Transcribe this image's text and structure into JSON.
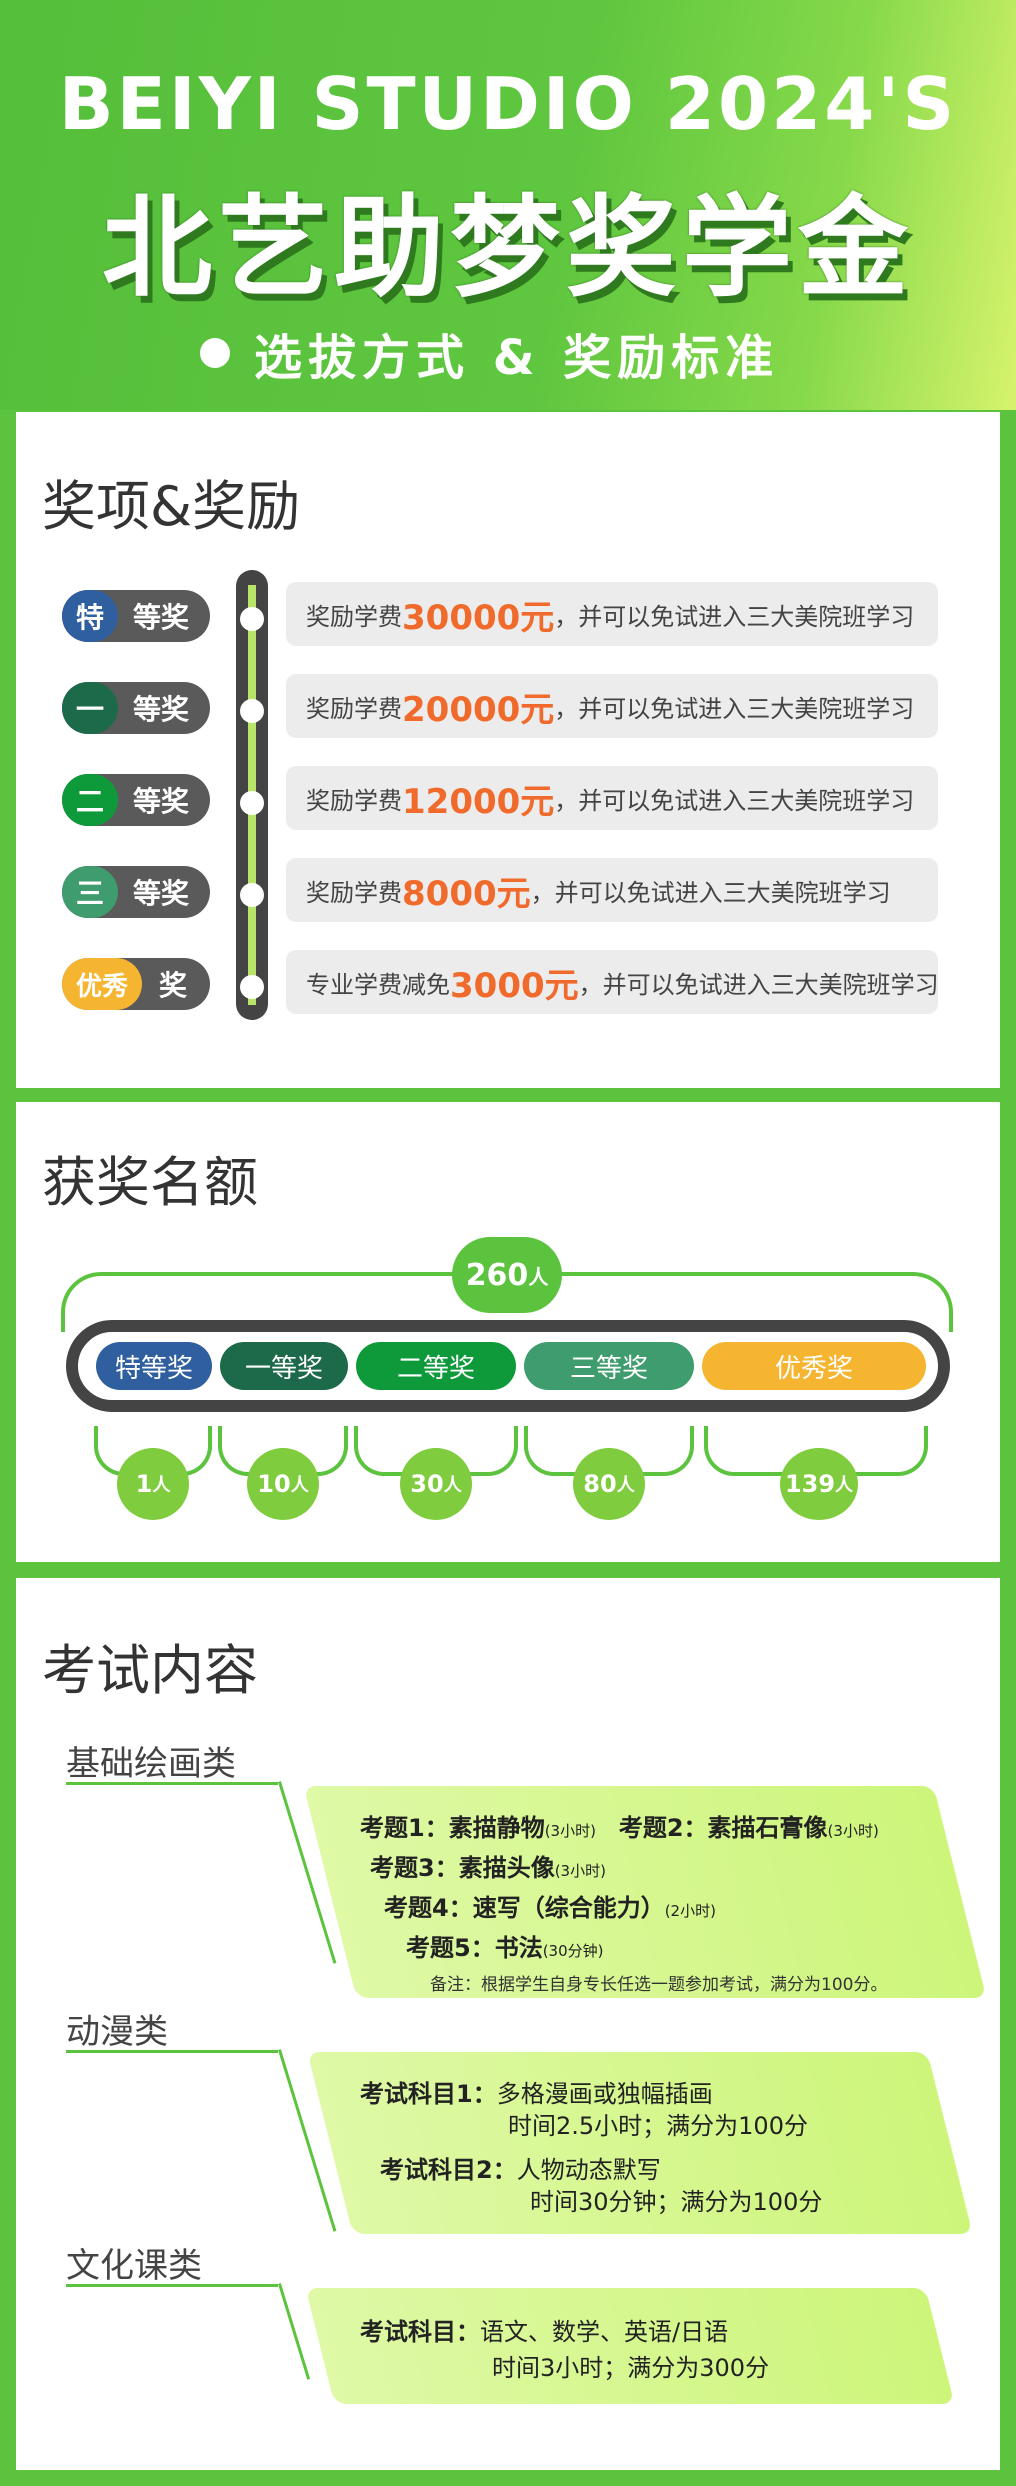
{
  "header": {
    "title_en": "BEIYI STUDIO 2024'S",
    "title_cn": "北艺助梦奖学金",
    "subtitle": "选拔方式 & 奖励标准"
  },
  "colors": {
    "green": "#5cc33e",
    "orange": "#f06a2c",
    "dark": "#444444"
  },
  "awards": {
    "title": "奖项&奖励",
    "items": [
      {
        "badge": "特",
        "label": "等奖",
        "color": "#2f5f9e",
        "pre": "奖励学费",
        "amount": "30000元",
        "post": "，并可以免试进入三大美院班学习"
      },
      {
        "badge": "一",
        "label": "等奖",
        "color": "#1d6a4a",
        "pre": "奖励学费",
        "amount": "20000元",
        "post": "，并可以免试进入三大美院班学习"
      },
      {
        "badge": "二",
        "label": "等奖",
        "color": "#0e9a3a",
        "pre": "奖励学费",
        "amount": "12000元",
        "post": "，并可以免试进入三大美院班学习"
      },
      {
        "badge": "三",
        "label": "等奖",
        "color": "#3f9c6e",
        "pre": "奖励学费",
        "amount": "8000元",
        "post": "，并可以免试进入三大美院班学习"
      },
      {
        "badge": "优秀",
        "label": "奖",
        "color": "#f5b531",
        "pre": "专业学费减免",
        "amount": "3000元",
        "post": "，并可以免试进入三大美院班学习"
      }
    ]
  },
  "quota": {
    "title": "获奖名额",
    "total": "260",
    "unit": "人",
    "segments": [
      {
        "label": "特等奖",
        "count": "1",
        "color": "#2f5f9e"
      },
      {
        "label": "一等奖",
        "count": "10",
        "color": "#1d6a4a"
      },
      {
        "label": "二等奖",
        "count": "30",
        "color": "#0e9a3a"
      },
      {
        "label": "三等奖",
        "count": "80",
        "color": "#3f9c6e"
      },
      {
        "label": "优秀奖",
        "count": "139",
        "color": "#f5b531"
      }
    ]
  },
  "exam": {
    "title": "考试内容",
    "basic": {
      "name": "基础绘画类",
      "q1_label": "考题1：",
      "q1_name": "素描静物",
      "q1_time": "(3小时)",
      "q2_label": "考题2：",
      "q2_name": "素描石膏像",
      "q2_time": "(3小时)",
      "q3_label": "考题3：",
      "q3_name": "素描头像",
      "q3_time": "(3小时)",
      "q4_label": "考题4：",
      "q4_name": "速写（综合能力）",
      "q4_time": "(2小时)",
      "q5_label": "考题5：",
      "q5_name": "书法",
      "q5_time": "(30分钟)",
      "note": "备注：根据学生自身专长任选一题参加考试，满分为100分。"
    },
    "anime": {
      "name": "动漫类",
      "s1_label": "考试科目1：",
      "s1_name": "多格漫画或独幅插画",
      "s1_time": "时间2.5小时；满分为100分",
      "s2_label": "考试科目2：",
      "s2_name": "人物动态默写",
      "s2_time": "时间30分钟；满分为100分"
    },
    "culture": {
      "name": "文化课类",
      "s_label": "考试科目：",
      "s_name": "语文、数学、英语/日语",
      "s_time": "时间3小时；满分为300分"
    }
  }
}
